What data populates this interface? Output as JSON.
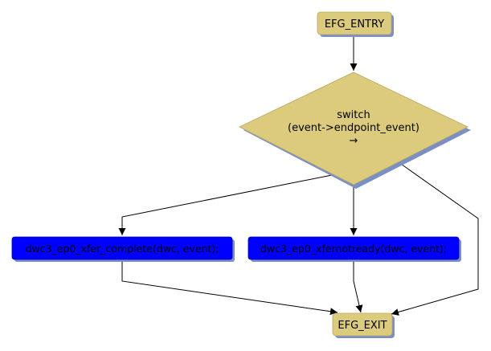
{
  "diagram": {
    "entry": {
      "label": "EFG_ENTRY"
    },
    "exit": {
      "label": "EFG_EXIT"
    },
    "decision": {
      "line1": "switch",
      "line2": "(event->endpoint_event)",
      "line3": "→"
    },
    "calls": [
      {
        "label": "dwc3_ep0_xfer_complete(dwc, event);"
      },
      {
        "label": "dwc3_ep0_xfernotready(dwc, event);"
      }
    ]
  },
  "colors": {
    "terminal_fill": "#dccb7c",
    "decision_fill": "#dccb7c",
    "call_fill": "#0000ff",
    "shadow": "#7b8fc7",
    "edge": "#000000"
  }
}
